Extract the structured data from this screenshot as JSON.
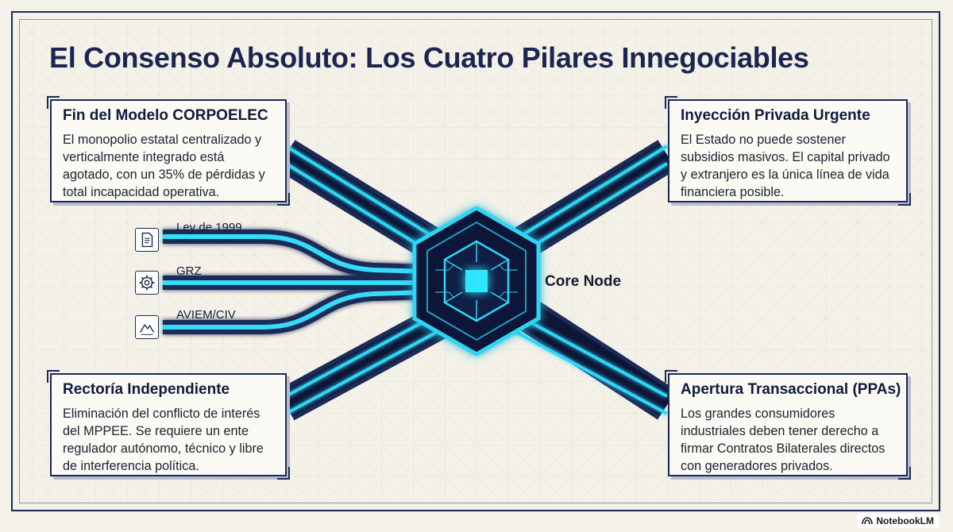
{
  "title": "El Consenso Absoluto: Los Cuatro Pilares Innegociables",
  "pillars": [
    {
      "title": "Fin del Modelo CORPOELEC",
      "body": "El monopolio estatal centralizado y verticalmente integrado está agotado, con un 35% de pérdidas y total incapacidad operativa."
    },
    {
      "title": "Inyección Privada Urgente",
      "body": "El Estado no puede sostener subsidios masivos. El capital privado y extranjero es la única línea de vida financiera posible."
    },
    {
      "title": "Rectoría Independiente",
      "body": "Eliminación del conflicto de interés del MPPEE. Se requiere un ente regulador autónomo, técnico y libre de interferencia política."
    },
    {
      "title": "Apertura Transaccional (PPAs)",
      "body": "Los grandes consumidores industriales deben tener derecho a firmar Contratos Bilaterales directos con generadores privados."
    }
  ],
  "inputs": [
    {
      "label": "Ley de 1999",
      "icon": "document-icon"
    },
    {
      "label": "GRZ",
      "icon": "gear-icon"
    },
    {
      "label": "AVIEM/CIV",
      "icon": "mountain-icon"
    }
  ],
  "core": {
    "label": "Core Node"
  },
  "brand": "NotebookLM",
  "colors": {
    "navy": "#1d2a57",
    "cyan": "#2fd6f5",
    "background": "#f4f1e8"
  }
}
